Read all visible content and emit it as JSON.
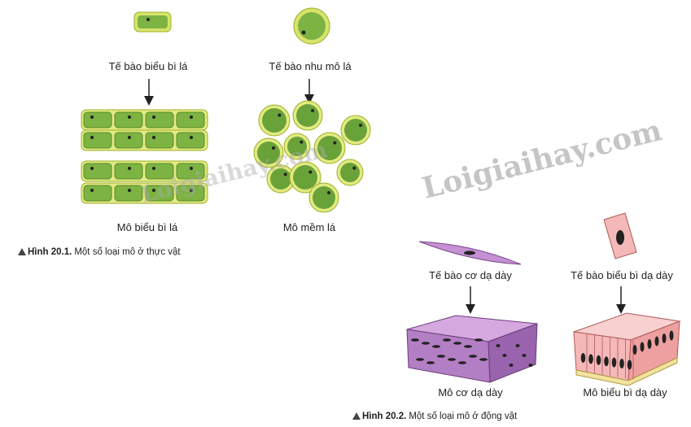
{
  "watermark": "Loigiaihay.com",
  "figure_plant": {
    "epidermal_cell_label": "Tế bào biểu bì lá",
    "mesophyll_cell_label": "Tế bào nhu mô lá",
    "epidermal_tissue_label": "Mô biểu bì lá",
    "mesophyll_tissue_label": "Mô mềm lá",
    "caption_number": "Hình 20.1.",
    "caption_text": "Một số loại mô ở thực vật"
  },
  "figure_animal": {
    "muscle_cell_label": "Tế bào cơ dạ dày",
    "epithelial_cell_label": "Tế bào biểu bì dạ dày",
    "muscle_tissue_label": "Mô cơ dạ dày",
    "epithelial_tissue_label": "Mô biểu bì dạ dày",
    "caption_number": "Hình 20.2.",
    "caption_text": "Một số loại mô ở động vật"
  },
  "colors": {
    "leaf_green": "#7cb342",
    "leaf_border": "#d4e157",
    "muscle": "#b37fc4",
    "epithelium": "#f4b8b8",
    "nucleus": "#222222"
  }
}
